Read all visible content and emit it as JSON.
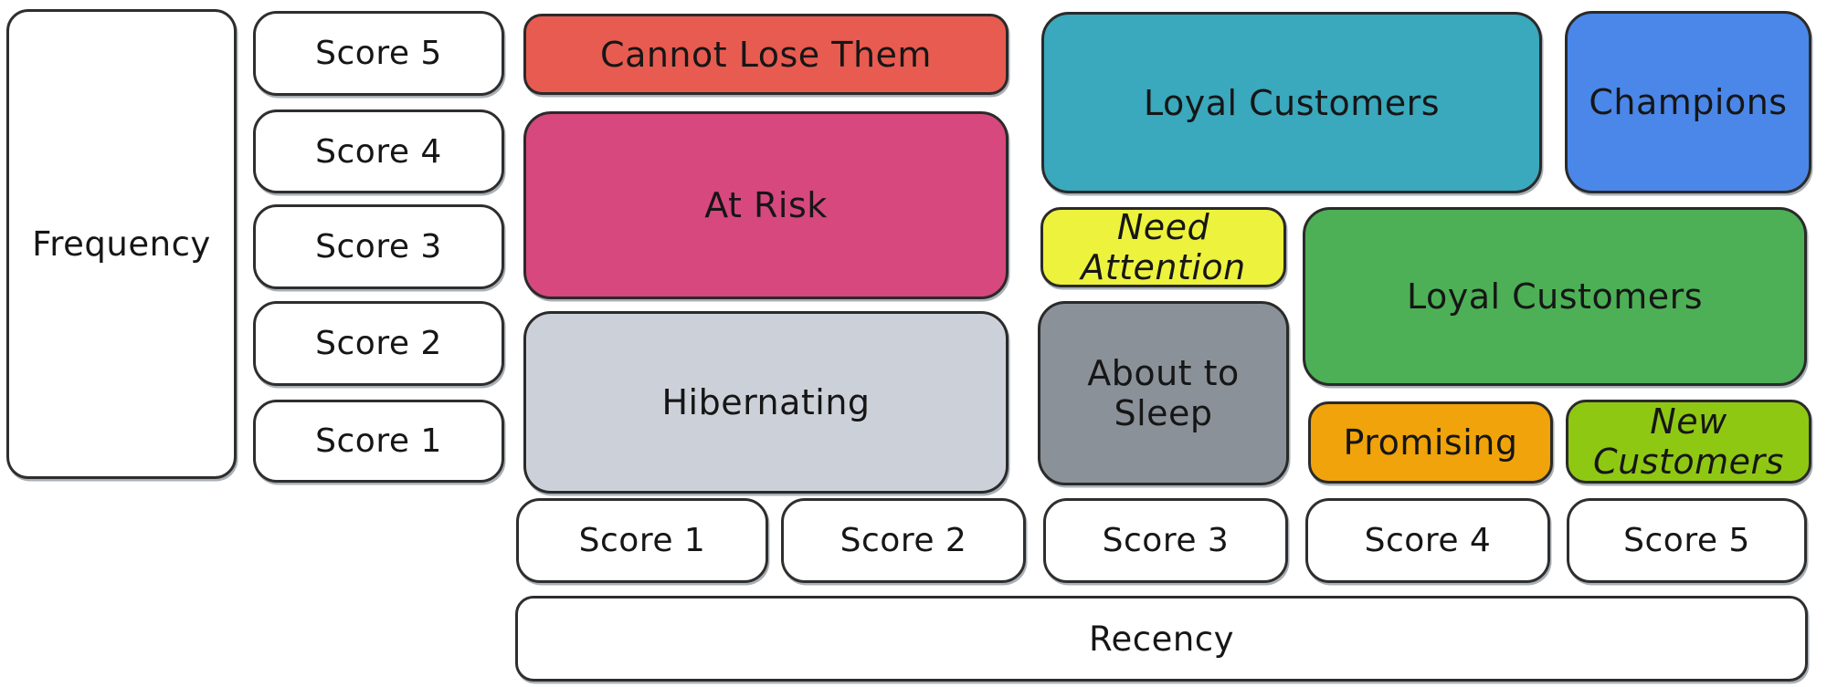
{
  "axes": {
    "frequency": {
      "label": "Frequency",
      "scores": [
        "Score 5",
        "Score 4",
        "Score 3",
        "Score 2",
        "Score 1"
      ]
    },
    "recency": {
      "label": "Recency",
      "scores": [
        "Score 1",
        "Score 2",
        "Score 3",
        "Score 4",
        "Score 5"
      ]
    }
  },
  "segments": {
    "cannot_lose_them": {
      "label": "Cannot Lose Them",
      "color": "#e85b50",
      "recency_scores": "1-2",
      "frequency_scores": "5"
    },
    "at_risk": {
      "label": "At Risk",
      "color": "#d6487e",
      "recency_scores": "1-2",
      "frequency_scores": "3-4"
    },
    "hibernating": {
      "label": "Hibernating",
      "color": "#ccd1d9",
      "recency_scores": "1-2",
      "frequency_scores": "1-2"
    },
    "loyal_customers_top": {
      "label": "Loyal Customers",
      "color": "#3aa8bd",
      "recency_scores": "3-4",
      "frequency_scores": "4-5"
    },
    "champions": {
      "label": "Champions",
      "color": "#4a87e8",
      "recency_scores": "5",
      "frequency_scores": "4-5"
    },
    "need_attention": {
      "label": "Need Attention",
      "color": "#edf23c",
      "recency_scores": "3",
      "frequency_scores": "3"
    },
    "loyal_customers_mid": {
      "label": "Loyal Customers",
      "color": "#4db056",
      "recency_scores": "4-5",
      "frequency_scores": "2-3"
    },
    "about_to_sleep": {
      "label": "About to Sleep",
      "color": "#8b9199",
      "recency_scores": "3",
      "frequency_scores": "1-2"
    },
    "promising": {
      "label": "Promising",
      "color": "#f0a30a",
      "recency_scores": "4",
      "frequency_scores": "1"
    },
    "new_customers": {
      "label": "New Customers",
      "color": "#8fc813",
      "recency_scores": "5",
      "frequency_scores": "1"
    }
  },
  "style_colors": {
    "stroke": "#2e2e2e",
    "text": "#161616",
    "white_box_fill": "#ffffff",
    "ghost_stroke": "#aab0b6"
  }
}
